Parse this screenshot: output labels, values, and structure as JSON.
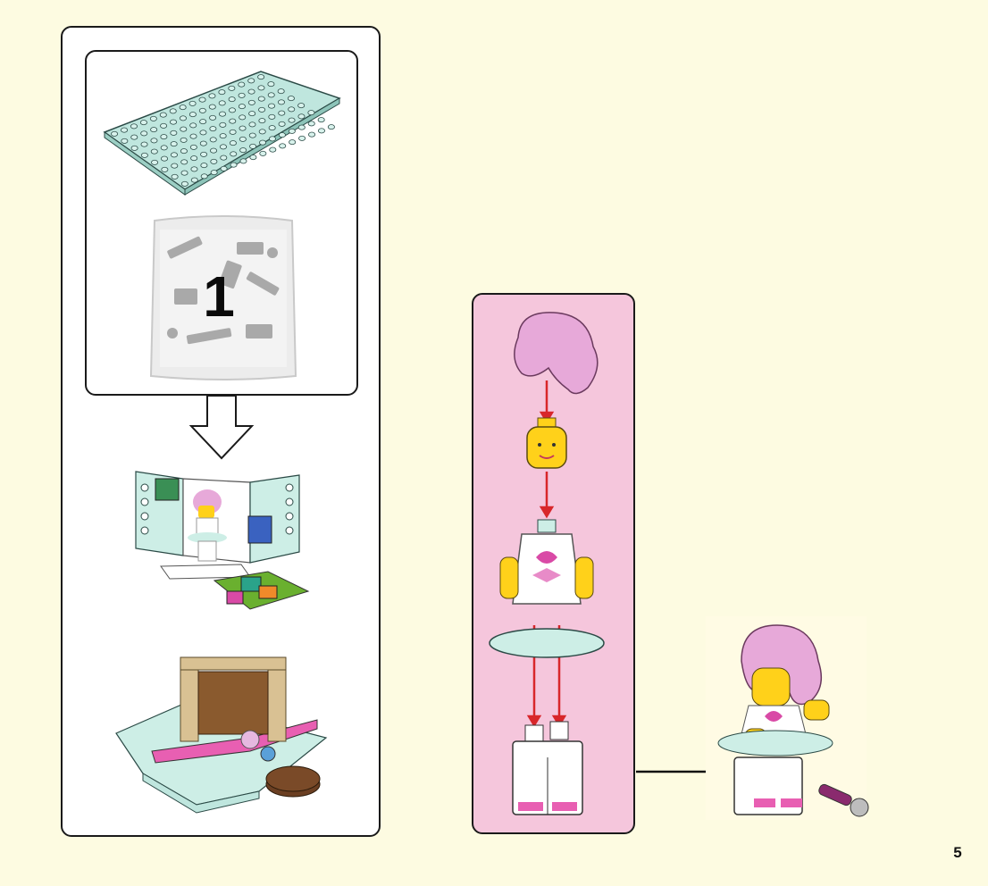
{
  "page": {
    "background": "#fdfbe1",
    "page_number": "5"
  },
  "bag_panel": {
    "bag_number": "1",
    "baseplate_color": "#bfe6de",
    "bag_color": "#e9e9e9"
  },
  "minifig_panel": {
    "background": "#f5c6dc",
    "arrow_color": "#d8262a",
    "parts": [
      "hair-piece",
      "head",
      "torso",
      "tutu-skirt",
      "legs"
    ]
  },
  "colors": {
    "hair": "#e7a9d9",
    "skin": "#ffd11a",
    "torso": "#ffffff",
    "tutu": "#cdeee6",
    "accent_pink": "#d94aa6",
    "microphone": "#8a2a6e"
  }
}
